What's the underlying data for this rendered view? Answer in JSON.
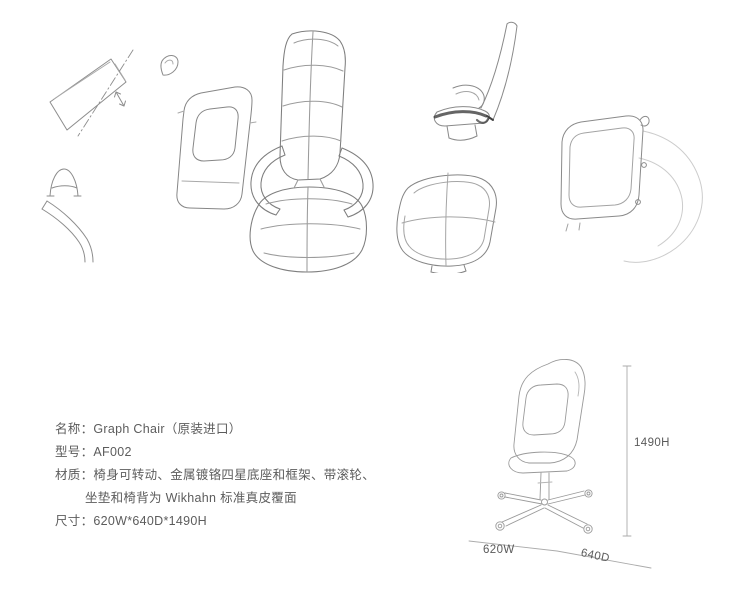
{
  "product": {
    "name_line": "名称：Graph Chair（原装进口）",
    "model_line": "型号：AF002",
    "material_line_1": "材质：椅身可转动、金属镀铬四星底座和框架、带滚轮、",
    "material_line_2": "坐垫和椅背为 Wikhahn 标准真皮覆面",
    "size_line": "尺寸：620W*640D*1490H"
  },
  "dimensions": {
    "height": "1490H",
    "width": "620W",
    "depth": "640D"
  }
}
